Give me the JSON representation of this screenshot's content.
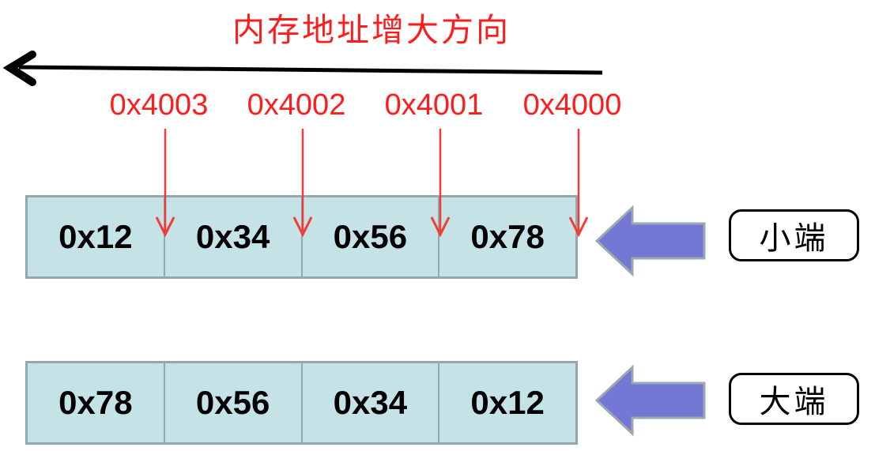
{
  "title": "内存地址增大方向",
  "addresses": [
    "0x4003",
    "0x4002",
    "0x4001",
    "0x4000"
  ],
  "rows": [
    {
      "name": "little-endian",
      "cells": [
        "0x12",
        "0x34",
        "0x56",
        "0x78"
      ],
      "label": "小端"
    },
    {
      "name": "big-endian",
      "cells": [
        "0x78",
        "0x56",
        "0x34",
        "0x12"
      ],
      "label": "大端"
    }
  ],
  "colors": {
    "address_red": "#ff1c1c",
    "cell_fill": "#c5e2e6",
    "cell_border": "#92a8ae",
    "block_arrow_fill": "#7477d3",
    "block_arrow_border": "#98aab0",
    "arrow_black": "#000000"
  }
}
